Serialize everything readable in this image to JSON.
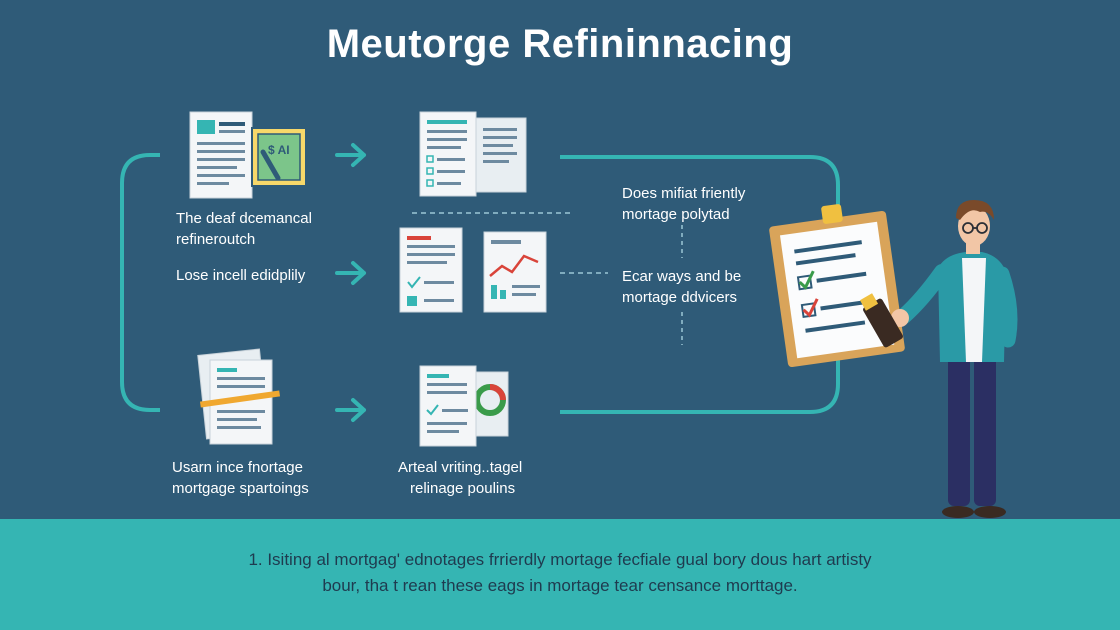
{
  "title": "Meutorge Refininnacing",
  "labels": {
    "step1": {
      "line1": "The deaf dcemancal",
      "line2": "refineroutch"
    },
    "step2": {
      "line1": "Lose incell edidplily"
    },
    "step3": {
      "line1": "Usarn ince fnortage",
      "line2": "mortgage spartoings"
    },
    "step4": {
      "line1": "Arteal vriting..tagel",
      "line2": "relinage poulins"
    },
    "note1": {
      "line1": "Does mifiat friently",
      "line2": "mortage polytad"
    },
    "note2": {
      "line1": "Ecar ways and be",
      "line2": "mortage ddvicers"
    }
  },
  "icons": {
    "money": "$ AI"
  },
  "footer": {
    "line1": "1. Isiting al mortgag' ednotages frrierdly mortage fecfiale gual bory dous hart artisty",
    "line2": "bour, tha t rean these eags in mortage tear censance morttage."
  },
  "colors": {
    "background": "#2f5b78",
    "accent": "#35b5b3",
    "paper": "#f4f6f8",
    "check": "#3a9b4a",
    "cross": "#d9443a"
  }
}
